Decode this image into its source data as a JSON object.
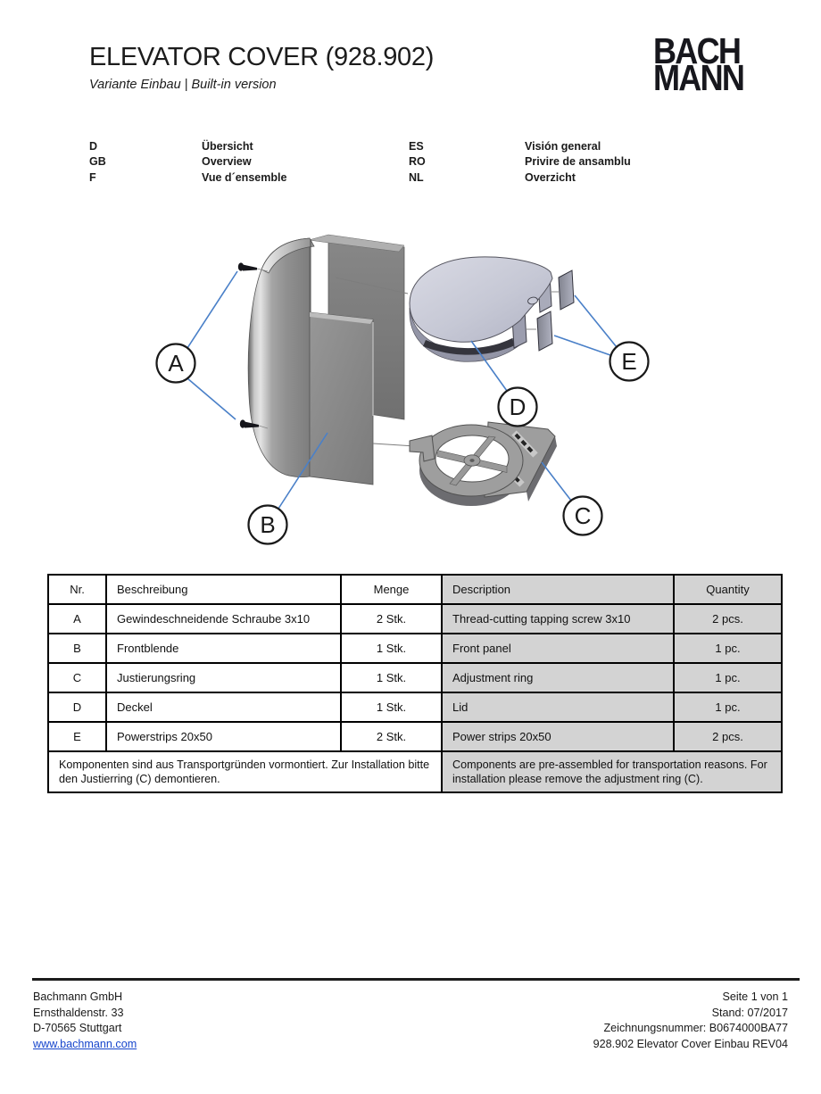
{
  "header": {
    "title": "ELEVATOR COVER (928.902)",
    "subtitle": "Variante Einbau | Built-in version",
    "logo_line1": "BACH",
    "logo_line2": "MANN"
  },
  "languages": [
    {
      "code": "D",
      "label": "Übersicht"
    },
    {
      "code": "GB",
      "label": "Overview"
    },
    {
      "code": "F",
      "label": "Vue d´ensemble"
    },
    {
      "code": "ES",
      "label": "Visión general"
    },
    {
      "code": "RO",
      "label": "Privire de ansamblu"
    },
    {
      "code": "NL",
      "label": "Overzicht"
    }
  ],
  "diagram": {
    "type": "exploded-view technical drawing",
    "callouts": [
      "A",
      "B",
      "C",
      "D",
      "E"
    ],
    "leader_color": "#4a80c8"
  },
  "parts_table": {
    "headers": {
      "nr": "Nr.",
      "beschreibung": "Beschreibung",
      "menge": "Menge",
      "description": "Description",
      "quantity": "Quantity"
    },
    "rows": [
      {
        "nr": "A",
        "beschreibung": "Gewindeschneidende Schraube 3x10",
        "menge": "2 Stk.",
        "description": "Thread-cutting tapping screw 3x10",
        "quantity": "2 pcs."
      },
      {
        "nr": "B",
        "beschreibung": "Frontblende",
        "menge": "1 Stk.",
        "description": "Front panel",
        "quantity": "1 pc."
      },
      {
        "nr": "C",
        "beschreibung": "Justierungsring",
        "menge": "1 Stk.",
        "description": "Adjustment ring",
        "quantity": "1 pc."
      },
      {
        "nr": "D",
        "beschreibung": "Deckel",
        "menge": "1 Stk.",
        "description": "Lid",
        "quantity": "1 pc."
      },
      {
        "nr": "E",
        "beschreibung": "Powerstrips 20x50",
        "menge": "2 Stk.",
        "description": "Power strips 20x50",
        "quantity": "2 pcs."
      }
    ],
    "note_de": "Komponenten sind aus Transportgründen vormontiert. Zur Installation bitte den Justierring (C) demontieren.",
    "note_en": "Components are pre-assembled for transportation reasons. For installation please remove the adjustment ring (C)."
  },
  "footer": {
    "company": "Bachmann GmbH",
    "street": "Ernsthaldenstr. 33",
    "city": "D-70565 Stuttgart",
    "website": "www.bachmann.com",
    "page": "Seite 1 von 1",
    "date": "Stand: 07/2017",
    "drawing_no": "Zeichnungsnummer: B0674000BA77",
    "doc_name": "928.902 Elevator Cover Einbau REV04"
  },
  "colors": {
    "leader_blue": "#4a80c8",
    "table_shade": "#d3d3d3",
    "link_blue": "#1645cc"
  }
}
